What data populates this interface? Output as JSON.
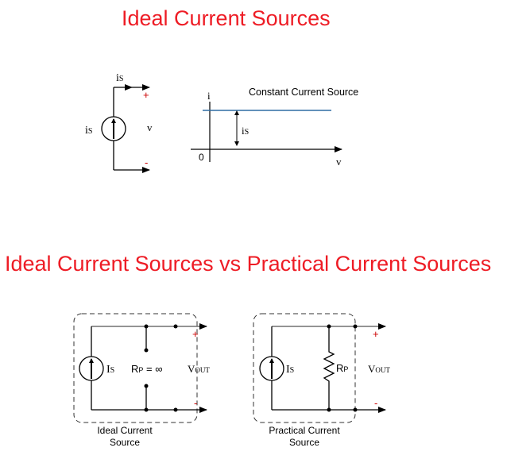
{
  "titles": {
    "top": "Ideal Current Sources",
    "bottom": "Ideal Current Sources vs Practical Current Sources"
  },
  "colors": {
    "title": "#ee1c25",
    "polarity": "#cc0000",
    "graph_line": "#2e6da4",
    "wire": "#000000"
  },
  "ideal_source_symbol": {
    "current_label": "i",
    "current_sub": "S",
    "source_label": "i",
    "source_sub": "S",
    "voltage_label": "v",
    "plus": "+",
    "minus": "-"
  },
  "iv_graph": {
    "title": "Constant Current Source",
    "y_axis_label": "i",
    "x_axis_label": "v",
    "origin_label": "0",
    "level_label": "i",
    "level_sub": "S"
  },
  "ideal_circuit": {
    "source_label": "I",
    "source_sub": "S",
    "resistor_label": "R",
    "resistor_sub": "P",
    "resistor_value": " = ∞",
    "output_label": "V",
    "output_sub": "OUT",
    "plus": "+",
    "minus": "-",
    "caption_line1": "Ideal Current",
    "caption_line2": "Source"
  },
  "practical_circuit": {
    "source_label": "I",
    "source_sub": "S",
    "resistor_label": "R",
    "resistor_sub": "P",
    "output_label": "V",
    "output_sub": "OUT",
    "plus": "+",
    "minus": "-",
    "caption_line1": "Practical Current",
    "caption_line2": "Source"
  }
}
